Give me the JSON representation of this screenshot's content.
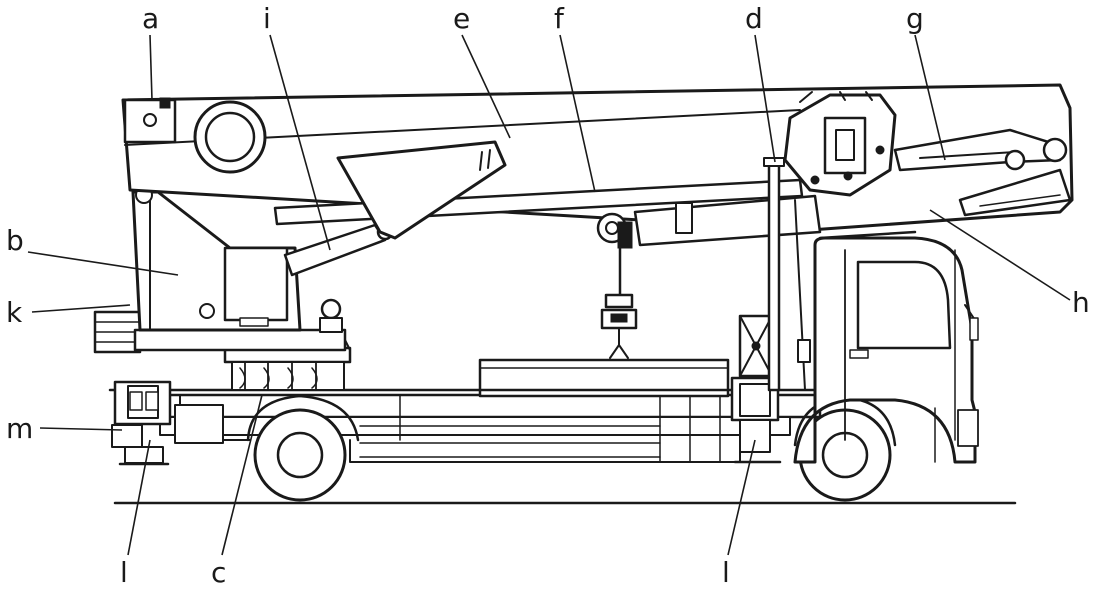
{
  "callouts": {
    "a": "a",
    "b": "b",
    "c": "c",
    "d": "d",
    "e": "e",
    "f": "f",
    "g": "g",
    "h": "h",
    "i": "i",
    "k": "k",
    "l_rear": "l",
    "l_front": "l",
    "m": "m"
  },
  "colors": {
    "ink": "#1a1a1a",
    "background": "#ffffff"
  }
}
